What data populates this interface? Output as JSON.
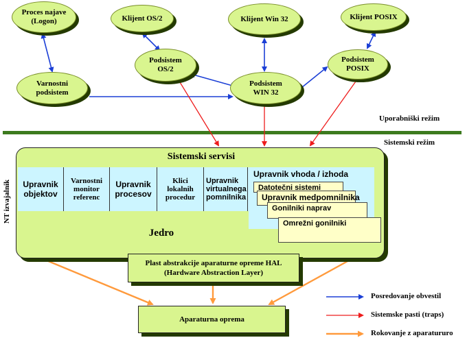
{
  "client_nodes": {
    "logon": "Proces najave\n(Logon)",
    "os2_client": "Klijent OS/2",
    "win32_client": "Klijent Win 32",
    "posix_client": "Klijent POSIX",
    "security": "Varnostni\npodsistem",
    "os2_sub": "Podsistem\nOS/2",
    "win32_sub": "Podsistem\nWIN 32",
    "posix_sub": "Podsistem\nPOSIX"
  },
  "modes": {
    "user": "Uporabniški režim",
    "kernel": "Sistemski režim"
  },
  "executive": {
    "side_label": "NT izvajalnik",
    "title": "Sistemski servisi",
    "modules": [
      "Upravnik\nobjektov",
      "Varnostni\nmonitor\nreferenc",
      "Upravnik\nprocesov",
      "Klici\nlokalnih\nprocedur",
      "Upravnik\nvirtualnega\npomnilnika"
    ],
    "io_manager": "Upravnik vhoda / izhoda",
    "io_layers": [
      "Datotečni sistemi",
      "Upravnik medpomnilnika",
      "Gonilniki naprav",
      "Omrežni gonilniki"
    ],
    "kernel": "Jedro"
  },
  "hal": "Plast abstrakcije aparaturne opreme HAL\n(Hardware Abstraction Layer)",
  "hardware": "Aparaturna oprema",
  "legend": {
    "items": [
      {
        "label": "Posredovanje obvestil",
        "color": "#1b3fd6"
      },
      {
        "label": "Sistemske pasti (traps)",
        "color": "#ee1c1c"
      },
      {
        "label": "Rokovanje z aparatururo",
        "color": "#ff9a3c"
      }
    ]
  },
  "colors": {
    "node_fill": "#d9f58f",
    "divider": "#3c7a1e",
    "module_fill": "#ccf5ff",
    "io_layer_fill": "#ffffc8"
  }
}
